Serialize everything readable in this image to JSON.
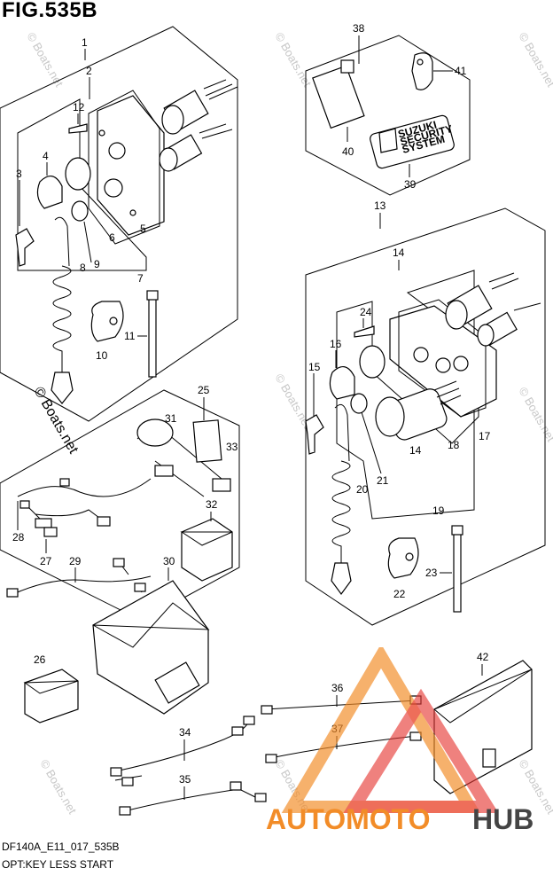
{
  "figure": {
    "title": "FIG.535B"
  },
  "footer": {
    "code": "DF140A_E11_017_535B",
    "description": "OPT:KEY LESS START"
  },
  "watermark": {
    "text": "© Boats.net",
    "faint_text": "© Boats.net"
  },
  "logo": {
    "part1": "AUTOMOTO",
    "part2": "HUB",
    "color_primary": "#f28c28",
    "color_secondary": "#e53935",
    "color_dark": "#444444"
  },
  "security_label": {
    "line1": "SUZUKI",
    "line2": "SECURITY",
    "line3": "SYSTEM"
  },
  "callouts": [
    "1",
    "2",
    "3",
    "4",
    "5",
    "6",
    "7",
    "8",
    "9",
    "10",
    "11",
    "12",
    "13",
    "14",
    "14",
    "15",
    "16",
    "17",
    "18",
    "19",
    "20",
    "21",
    "22",
    "23",
    "24",
    "25",
    "26",
    "27",
    "28",
    "29",
    "30",
    "31",
    "32",
    "33",
    "34",
    "35",
    "36",
    "37",
    "38",
    "39",
    "40",
    "41",
    "42"
  ]
}
